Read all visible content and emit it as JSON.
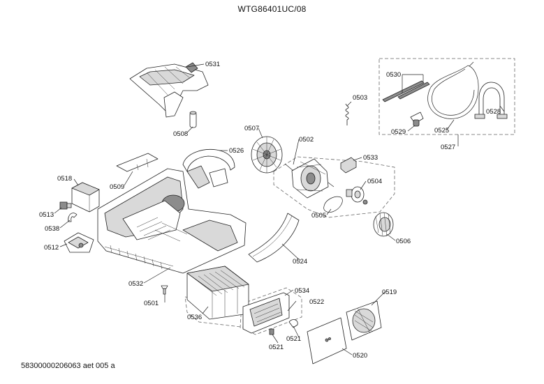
{
  "header": {
    "title": "WTG86401UC/08"
  },
  "footer": {
    "code": "58300000206063 aet 005 a"
  },
  "labels": {
    "l0531": "0531",
    "l0508": "0508",
    "l0503": "0503",
    "l0530": "0530",
    "l0528": "0528",
    "l0529": "0529",
    "l0525": "0525",
    "l0527": "0527",
    "l0507": "0507",
    "l0502": "0502",
    "l0526": "0526",
    "l0533": "0533",
    "l0504": "0504",
    "l0518": "0518",
    "l0509": "0509",
    "l0513": "0513",
    "l0505": "0505",
    "l0538": "0538",
    "l0506": "0506",
    "l0512": "0512",
    "l0524": "0524",
    "l0532": "0532",
    "l0534": "0534",
    "l0519": "0519",
    "l0501": "0501",
    "l0522": "0522",
    "l0536": "0536",
    "l0521a": "0521",
    "l0521b": "0521",
    "l0520": "0520"
  }
}
